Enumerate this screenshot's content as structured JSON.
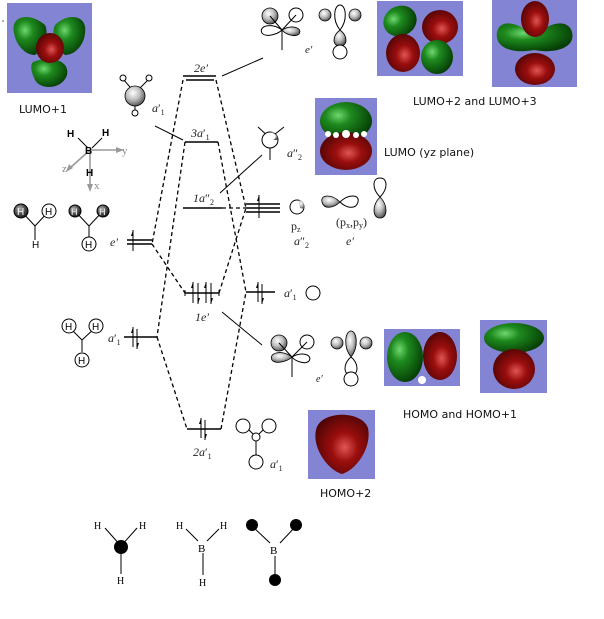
{
  "colors": {
    "background": "#ffffff",
    "orbital_box": "#8484d4",
    "lobe_green": "#1f7a1f",
    "lobe_red": "#8b0a0a",
    "line": "#000000",
    "axis_gray": "#999999"
  },
  "mo_images": [
    {
      "id": "lumo+1",
      "caption": "LUMO+1"
    },
    {
      "id": "lumo+2",
      "caption": "LUMO+2 and LUMO+3"
    },
    {
      "id": "lumo+3",
      "caption": ""
    },
    {
      "id": "lumo",
      "caption": "LUMO (yz plane)"
    },
    {
      "id": "homo",
      "caption": "HOMO and HOMO+1"
    },
    {
      "id": "homo+1",
      "caption": ""
    },
    {
      "id": "homo+2",
      "caption": "HOMO+2"
    }
  ],
  "mo_levels": [
    {
      "label": "2e′",
      "electrons": 0
    },
    {
      "label": "3a′₁",
      "electrons": 0
    },
    {
      "label": "1a″₂",
      "electrons": 0
    },
    {
      "label": "1e′",
      "electrons": 4
    },
    {
      "label": "2a′₁",
      "electrons": 2
    }
  ],
  "fragment_left": {
    "levels": [
      {
        "label": "e′",
        "electrons": 1
      },
      {
        "label": "a′₁",
        "electrons": 2
      }
    ],
    "sym_labels": {
      "a1": "a′₁",
      "e": "e′",
      "a2": "a″₂"
    }
  },
  "fragment_right": {
    "levels": [
      {
        "label": "p_z / a″₂",
        "electrons": 1
      },
      {
        "label": "a′₁",
        "electrons": 2
      }
    ],
    "labels": {
      "pz": "p",
      "pz_sub": "z",
      "a2pp": "a″₂",
      "pxpy_open": "(p",
      "px_sub": "x",
      "pxpy_mid": ",p",
      "py_sub": "y",
      "pxpy_close": ")",
      "e_prime": "e′",
      "a1_prime": "a′₁"
    }
  },
  "level_labels": {
    "two_e": "2e′",
    "three_a1": "3a",
    "one_a2": "1a",
    "one_e": "1e′",
    "two_a1": "2a",
    "a1_sym": "a",
    "prime": "′",
    "dprime": "″",
    "sub1": "1",
    "sub2": "2",
    "e_prime": "e′",
    "a2_dprime": "a″"
  },
  "axes": {
    "y": "y",
    "z": "z",
    "x": "x"
  },
  "atoms": {
    "H": "H",
    "B": "B"
  }
}
